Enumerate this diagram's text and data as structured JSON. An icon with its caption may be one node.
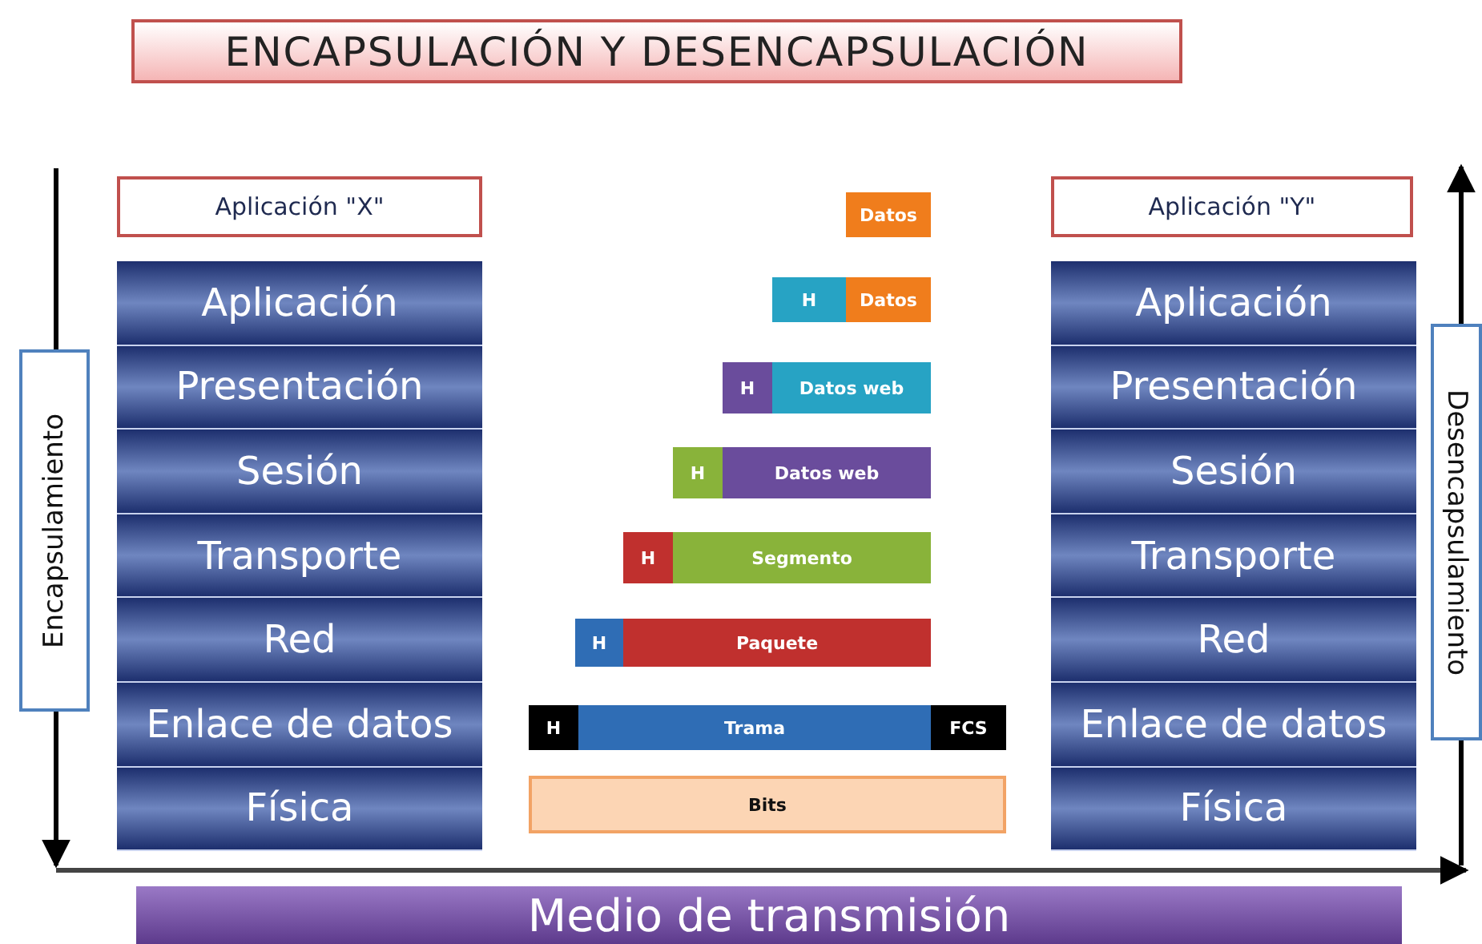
{
  "diagram": {
    "title": "ENCAPSULACIÓN Y DESENCAPSULACIÓN",
    "nodes": [
      {
        "text": [
          "Aplicación \"X\""
        ]
      },
      {
        "text": [
          "Aplicación"
        ]
      },
      {
        "text": [
          "Presentación"
        ]
      },
      {
        "text": [
          "Sesión"
        ]
      },
      {
        "text": [
          "Transporte"
        ]
      },
      {
        "text": [
          "Red"
        ]
      },
      {
        "text": [
          "Enlace de datos"
        ]
      },
      {
        "text": [
          "Física"
        ]
      },
      {
        "text": [
          "Aplicación \"Y\""
        ]
      },
      {
        "text": [
          "Aplicación"
        ]
      },
      {
        "text": [
          "Presentación"
        ]
      },
      {
        "text": [
          "Sesión"
        ]
      },
      {
        "text": [
          "Transporte"
        ]
      },
      {
        "text": [
          "Red"
        ]
      },
      {
        "text": [
          "Enlace de datos"
        ]
      },
      {
        "text": [
          "Física"
        ]
      },
      {
        "text": [
          "Encapsulamiento"
        ]
      },
      {
        "text": [
          "Desencapsulamiento"
        ]
      },
      {
        "text": [
          "Medio de transmisión"
        ]
      },
      {
        "text": [
          "Datos"
        ]
      },
      {
        "text": [
          "H"
        ]
      },
      {
        "text": [
          "Datos"
        ]
      },
      {
        "text": [
          "H"
        ]
      },
      {
        "text": [
          "Datos web"
        ]
      },
      {
        "text": [
          "H"
        ]
      },
      {
        "text": [
          "Datos web"
        ]
      },
      {
        "text": [
          "H"
        ]
      },
      {
        "text": [
          "Segmento"
        ]
      },
      {
        "text": [
          "H"
        ]
      },
      {
        "text": [
          "Paquete"
        ]
      },
      {
        "text": [
          "H"
        ]
      },
      {
        "text": [
          "Trama"
        ]
      },
      {
        "text": [
          "FCS"
        ]
      },
      {
        "text": [
          "Bits"
        ]
      }
    ],
    "edges": []
  }
}
